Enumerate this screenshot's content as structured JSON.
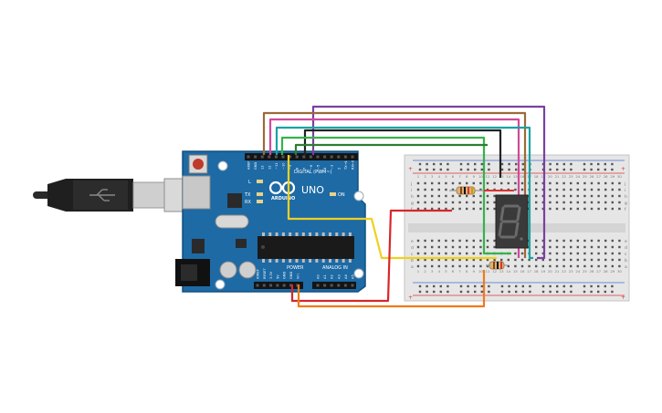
{
  "arduino": {
    "brand": "ARDUINO",
    "model": "UNO",
    "digital_header": "DIGITAL (PWM~)",
    "power_header": "POWER",
    "analog_header": "ANALOG IN",
    "on_led": "ON",
    "led_l": "L",
    "led_tx": "TX",
    "led_rx": "RX",
    "digital_pins": [
      "AREF",
      "GND",
      "13",
      "12",
      "~11",
      "~10",
      "~9",
      "8",
      "7",
      "~6",
      "~5",
      "4",
      "~3",
      "2",
      "TX→1",
      "RX←0"
    ],
    "power_pins": [
      "IOREF",
      "RESET",
      "3.3V",
      "5V",
      "GND",
      "GND",
      "Vin"
    ],
    "analog_pins": [
      "A0",
      "A1",
      "A2",
      "A3",
      "A4",
      "A5"
    ]
  },
  "breadboard": {
    "row_letters": [
      "a",
      "b",
      "c",
      "d",
      "e",
      "f",
      "g",
      "h",
      "i",
      "j"
    ],
    "column_numbers": [
      "1",
      "2",
      "3",
      "4",
      "5",
      "6",
      "7",
      "8",
      "9",
      "10",
      "11",
      "12",
      "13",
      "14",
      "15",
      "16",
      "17",
      "18",
      "19",
      "20",
      "21",
      "22",
      "23",
      "24",
      "25",
      "26",
      "27",
      "28",
      "29",
      "30"
    ],
    "rail_plus": "+",
    "rail_minus": "−"
  },
  "display": {
    "digit": "8"
  },
  "wire_colors": {
    "purple": "#7b3fa0",
    "brown": "#9b6a3a",
    "pink": "#d04a9a",
    "teal": "#1aa3a3",
    "green": "#34b34a",
    "black": "#222222",
    "yellow": "#f0d020",
    "red": "#d8262a",
    "orange": "#f07a1a"
  }
}
